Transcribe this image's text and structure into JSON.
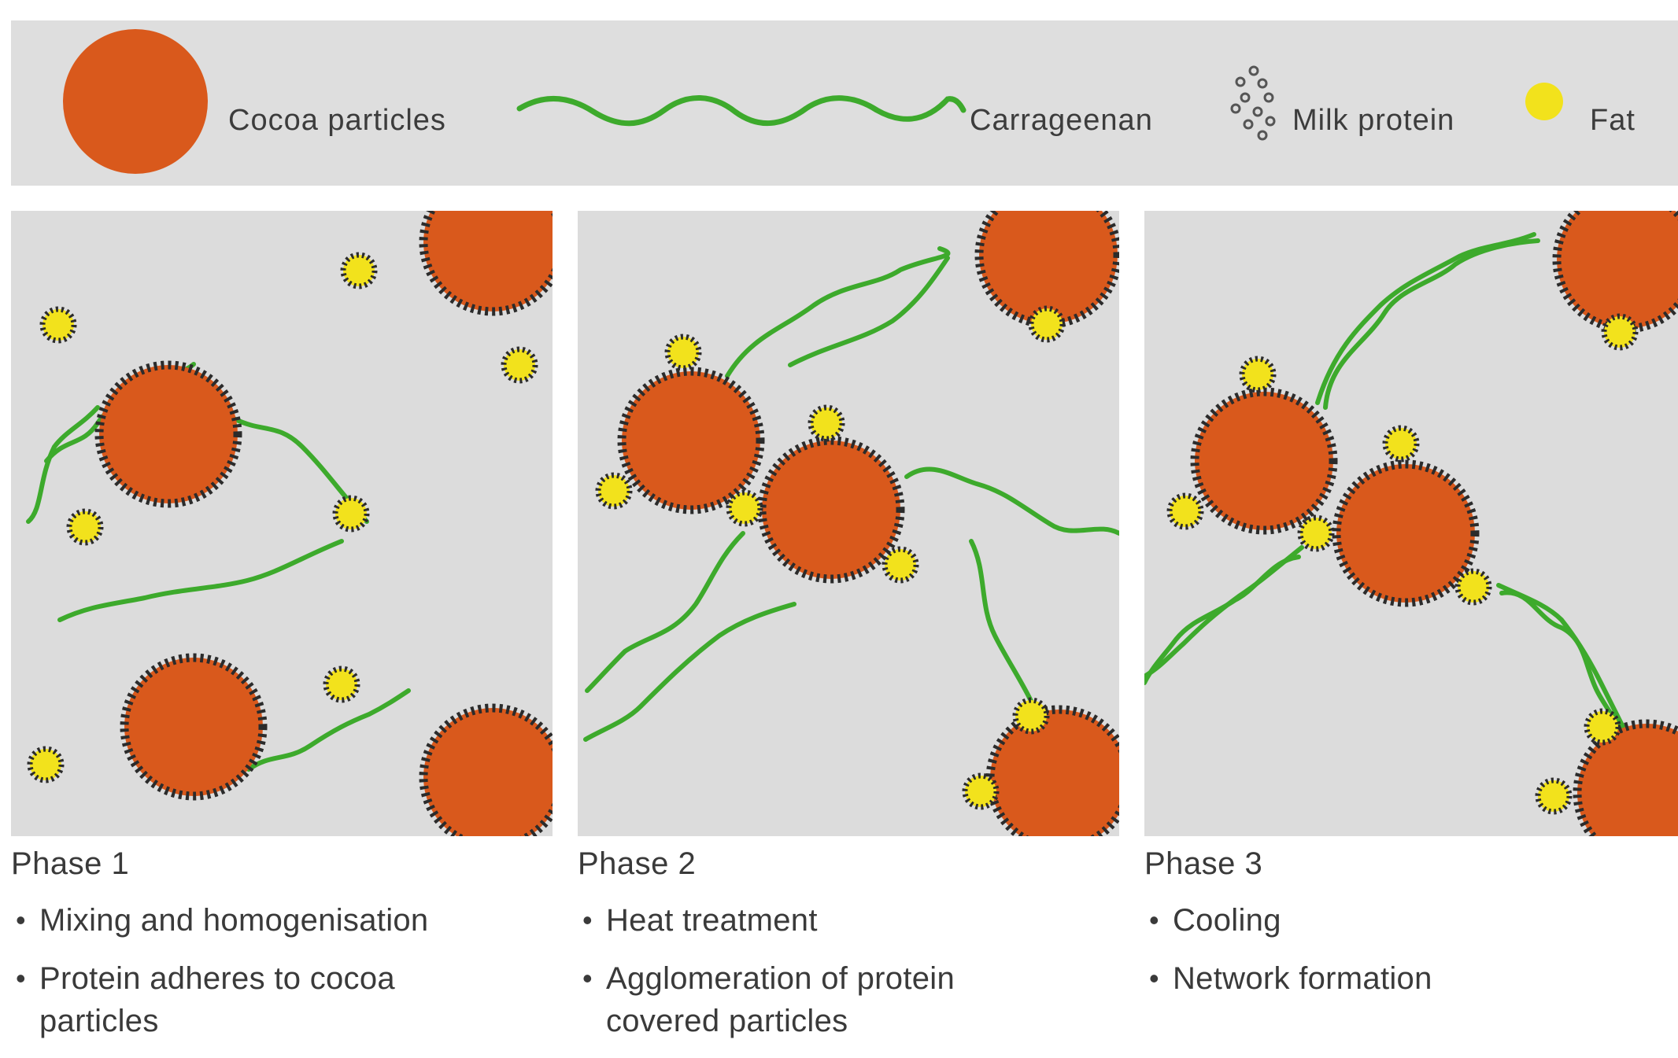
{
  "legend": {
    "items": [
      {
        "label": "Cocoa particles",
        "icon": "cocoa-particle-icon"
      },
      {
        "label": "Carrageenan",
        "icon": "carrageenan-strand-icon"
      },
      {
        "label": "Milk protein",
        "icon": "milk-protein-icon"
      },
      {
        "label": "Fat",
        "icon": "fat-droplet-icon"
      }
    ]
  },
  "colors": {
    "cocoa": "#d9591c",
    "carrageenan": "#3daa2c",
    "fat": "#f2e21c",
    "panel_bg": "#dcdcdc",
    "legend_bg": "#dedede",
    "protein_ring": "#2b2b2b"
  },
  "phases": [
    {
      "title": "Phase 1",
      "bullets": [
        "Mixing and homogenisation",
        "Protein adheres to cocoa particles"
      ]
    },
    {
      "title": "Phase 2",
      "bullets": [
        "Heat treatment",
        "Agglomeration of protein covered particles"
      ]
    },
    {
      "title": "Phase 3",
      "bullets": [
        "Cooling",
        "Network formation"
      ]
    }
  ]
}
